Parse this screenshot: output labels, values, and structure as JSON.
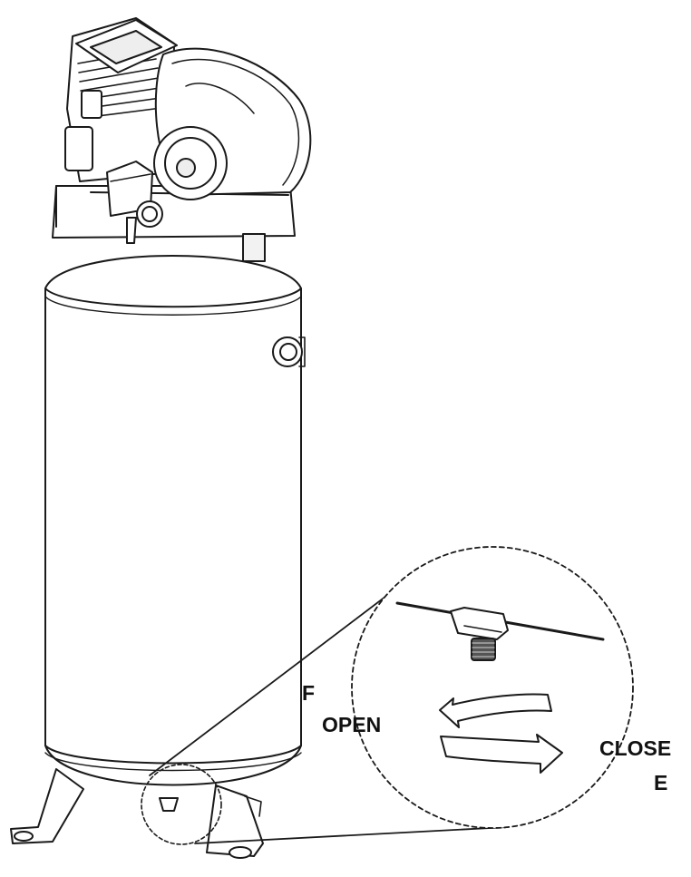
{
  "labels": {
    "f": "F",
    "open": "OPEN",
    "close": "CLOSE",
    "e": "E"
  },
  "colors": {
    "line": "#1a1a1a",
    "fill": "#ffffff",
    "shade": "#d9d9d9",
    "valve": "#555555"
  }
}
